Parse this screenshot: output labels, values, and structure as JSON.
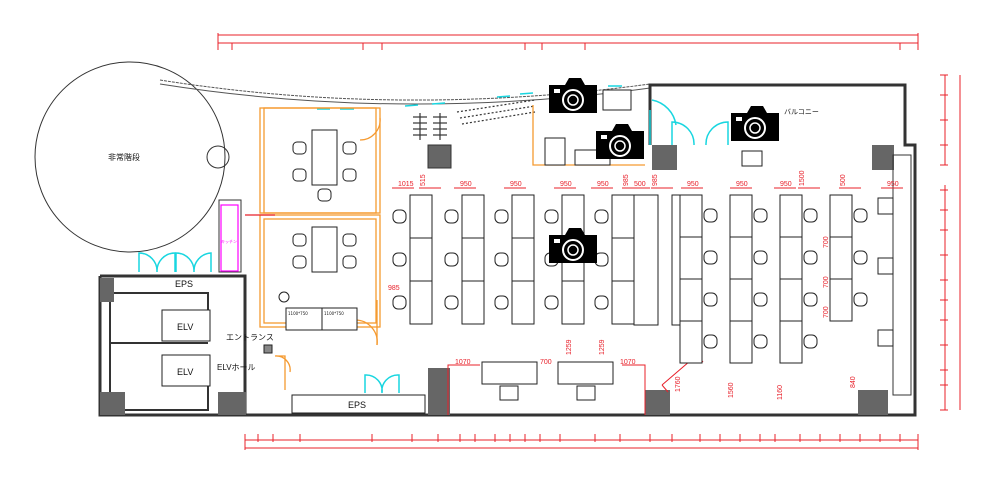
{
  "rooms": {
    "stairs": "非常階段",
    "kitchen": "キッチン",
    "eps_left": "EPS",
    "eps_bottom": "EPS",
    "elv_1": "ELV",
    "elv_2": "ELV",
    "entrance": "エントランス",
    "elv_hall": "ELVホール",
    "balcony": "バルコニー"
  },
  "furniture": {
    "table_1": "1100*750",
    "table_2": "1100*750"
  },
  "dimensions": {
    "top_row": [
      "1015",
      "515",
      "950",
      "950",
      "950",
      "950",
      "985",
      "500",
      "985",
      "950",
      "950",
      "950",
      "1500",
      "500",
      "950"
    ],
    "left_985": "985",
    "lower_row": [
      "1070",
      "700",
      "1070"
    ],
    "vertical": [
      "1259",
      "1259",
      "1760",
      "1560",
      "1160",
      "840",
      "700",
      "700",
      "700"
    ]
  },
  "markers": [
    "camera-icon",
    "camera-icon",
    "camera-icon",
    "camera-icon"
  ],
  "colors": {
    "dimension": "#e8202a",
    "partition": "#f59a30",
    "door": "#19d6e0",
    "kitchen": "#ff00ff"
  }
}
